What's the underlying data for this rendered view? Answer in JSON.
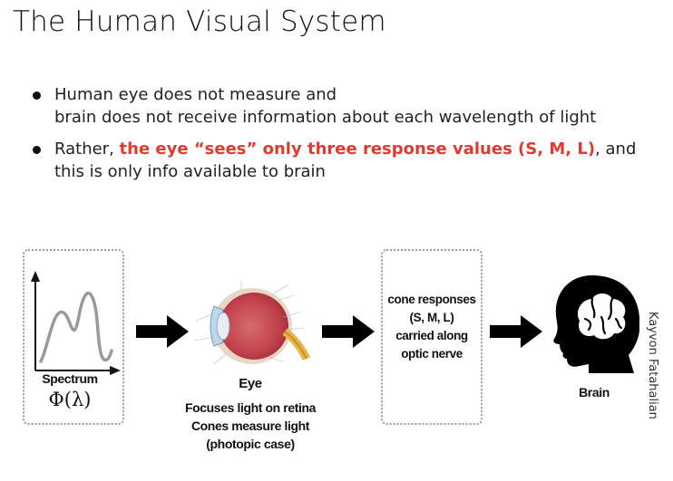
{
  "slide": {
    "title": "The Human Visual System",
    "bullet1_line1": "Human eye does not measure and",
    "bullet1_line2": "brain does not receive information about each wavelength of light",
    "bullet2_prefix": "Rather, ",
    "bullet2_highlight": "the eye “sees” only three response values (S, M, L)",
    "bullet2_suffix": ", and",
    "bullet2_line2": "this is only info available to brain",
    "highlight_color": "#e03a2f"
  },
  "diagram": {
    "spectrum_label": "Spectrum",
    "spectrum_formula": "Φ(λ)",
    "eye_label": "Eye",
    "eye_caption_1": "Focuses light on retina",
    "eye_caption_2": "Cones measure light",
    "eye_caption_3": "(photopic case)",
    "cone_line1": "cone responses",
    "cone_line2": "(S, M, L)",
    "cone_line3": "carried along",
    "cone_line4": "optic nerve",
    "brain_label": "Brain"
  },
  "credit": "Kayvon Fatahalian"
}
